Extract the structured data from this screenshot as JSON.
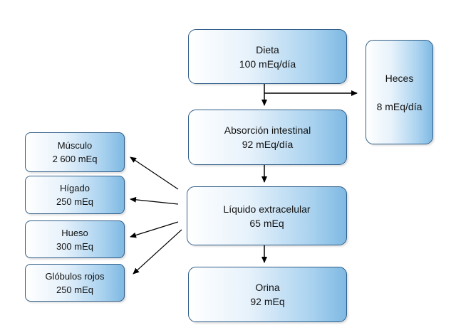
{
  "nodes": {
    "dieta": {
      "line1": "Dieta",
      "line2": "100 mEq/día"
    },
    "heces": {
      "line1": "Heces",
      "line2": "8 mEq/día"
    },
    "absorcion": {
      "line1": "Absorción intestinal",
      "line2": "92 mEq/día"
    },
    "liquido": {
      "line1": "Líquido extracelular",
      "line2": "65 mEq"
    },
    "orina": {
      "line1": "Orina",
      "line2": "92 mEq"
    },
    "musculo": {
      "line1": "Músculo",
      "line2": "2 600 mEq"
    },
    "higado": {
      "line1": "Hígado",
      "line2": "250 mEq"
    },
    "hueso": {
      "line1": "Hueso",
      "line2": "300 mEq"
    },
    "globulos": {
      "line1": "Glóbulos rojos",
      "line2": "250 mEq"
    }
  },
  "colors": {
    "node_border": "#2f5d88",
    "node_fill_end": "#7fb9e3",
    "arrow": "#000000"
  }
}
